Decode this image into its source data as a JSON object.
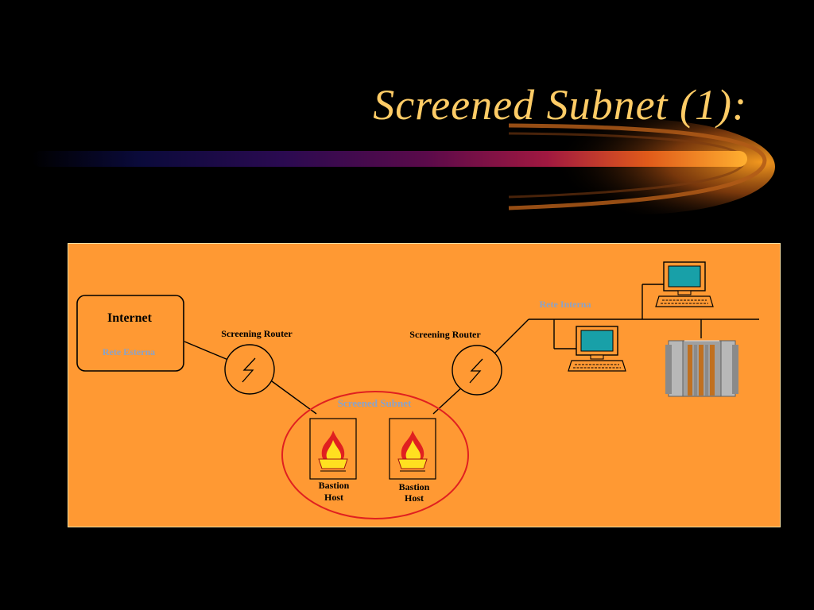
{
  "slide": {
    "title": "Screened Subnet (1):"
  },
  "diagram": {
    "internet": {
      "label": "Internet",
      "sublabel": "Rete Esterna"
    },
    "router_left": {
      "label": "Screening Router"
    },
    "router_right": {
      "label": "Screening Router"
    },
    "screened_subnet": {
      "label": "Screened Subnet"
    },
    "bastion_left": {
      "line1": "Bastion",
      "line2": "Host"
    },
    "bastion_right": {
      "line1": "Bastion",
      "line2": "Host"
    },
    "internal_network": {
      "label": "Rete Interna"
    },
    "colors": {
      "background": "#000000",
      "title": "#FFCC66",
      "panel": "#FF9933",
      "ghost_text": "#8AA2C8",
      "subnet_ring": "#E02020",
      "screen": "#18A0A8"
    },
    "icons": [
      "router-icon",
      "firewall-icon",
      "computer-icon",
      "server-icon"
    ]
  }
}
